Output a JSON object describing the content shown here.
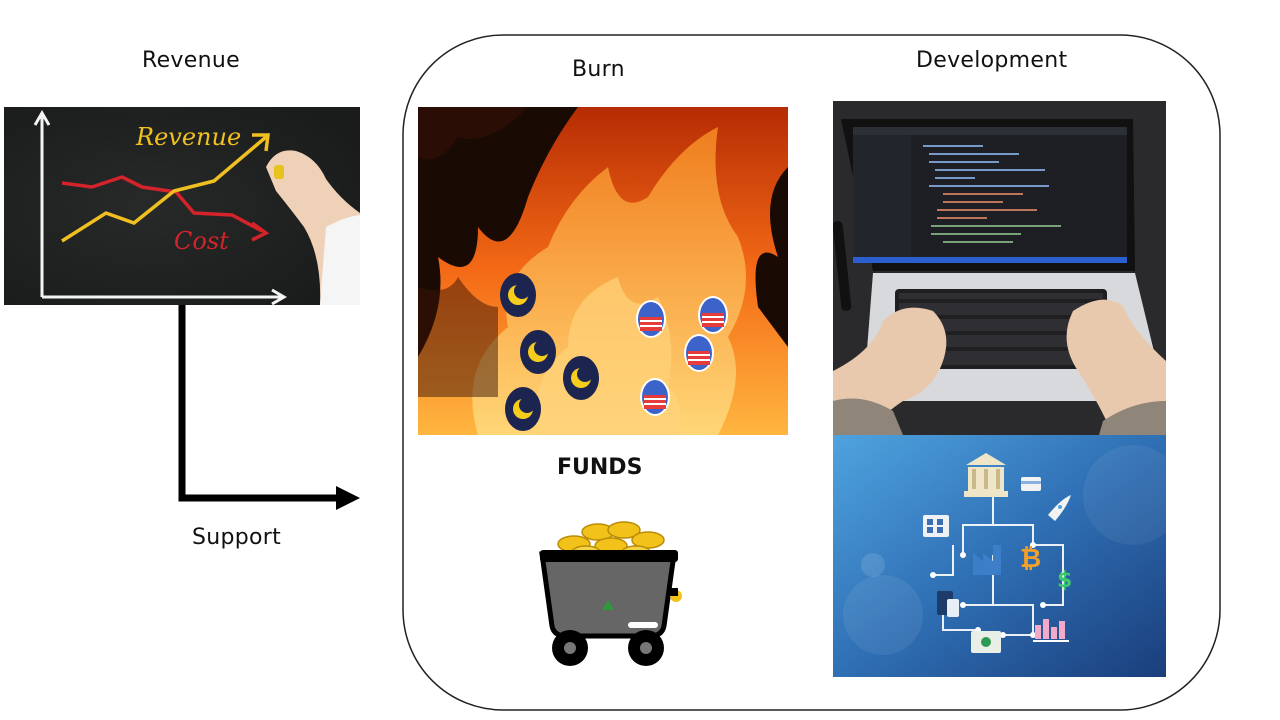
{
  "labels": {
    "revenue": "Revenue",
    "burn": "Burn",
    "development": "Development",
    "support": "Support",
    "funds": "FUNDS"
  },
  "chart_image": {
    "revenue_word": "Revenue",
    "cost_word": "Cost"
  },
  "colors": {
    "chalkboard": "#1e2020",
    "revenue_line": "#f0c020",
    "cost_line": "#d4232a",
    "fire_dark": "#1a0a04",
    "fire_orange": "#f46a16",
    "fintech_blue": "#2f6fb4",
    "coin_navy": "#1b2550",
    "coin_yellow": "#f6cc1d"
  },
  "icons": [
    "luna-coin-icon",
    "usd-coin-icon",
    "bank-icon",
    "bitcoin-icon",
    "dollar-icon",
    "rocket-icon",
    "factory-icon",
    "phone-icon",
    "cash-icon",
    "chart-icon",
    "card-icon",
    "calculator-icon",
    "mine-cart-icon",
    "arrow-icon"
  ]
}
